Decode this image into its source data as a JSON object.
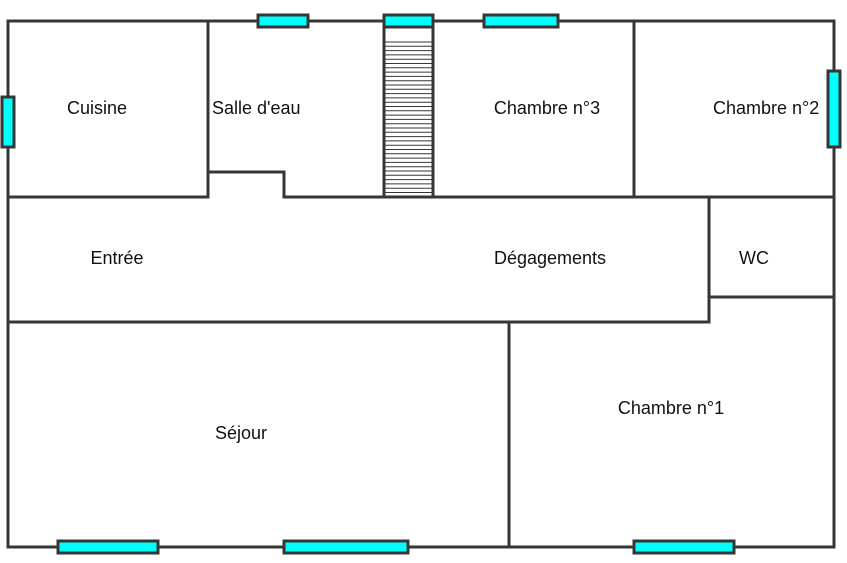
{
  "rooms": {
    "cuisine": "Cuisine",
    "salle_deau": "Salle d'eau",
    "chambre3": "Chambre n°3",
    "chambre2": "Chambre n°2",
    "entree": "Entrée",
    "degagements": "Dégagements",
    "wc": "WC",
    "sejour": "Séjour",
    "chambre1": "Chambre n°1"
  },
  "colors": {
    "wall": "#363636",
    "window": "#00ffff"
  }
}
